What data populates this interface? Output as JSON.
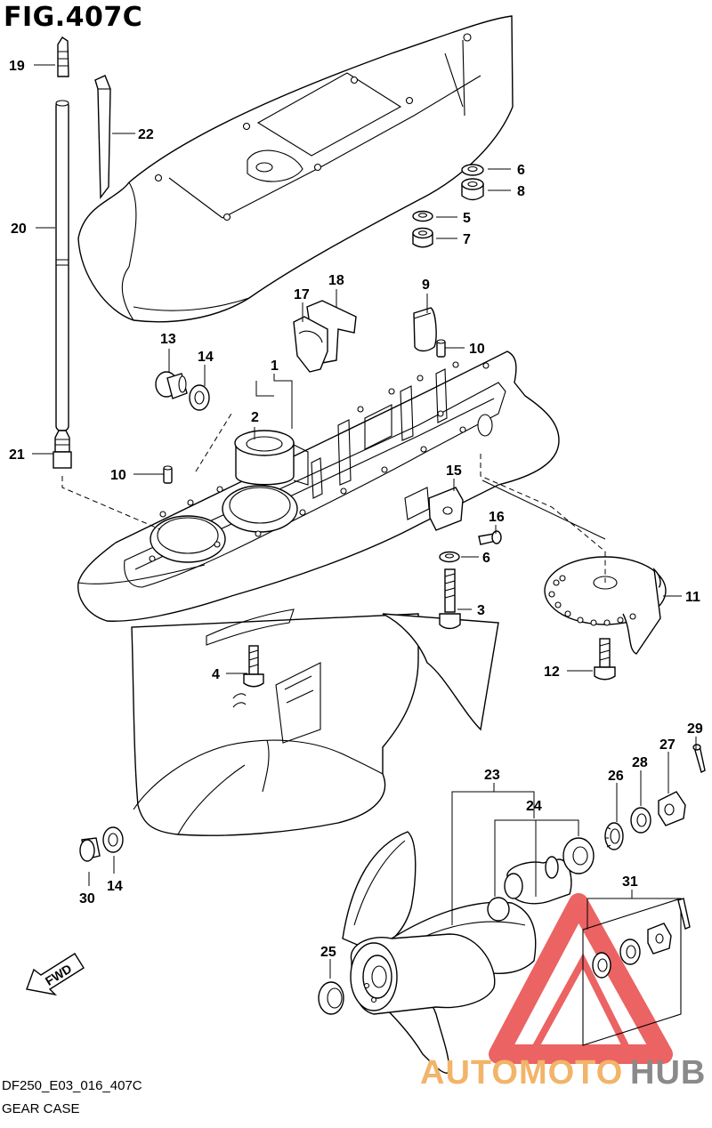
{
  "figure": {
    "title": "FIG.407C",
    "model_code": "DF250_E03_016_407C",
    "caption": "GEAR CASE",
    "direction_label": "FWD"
  },
  "watermark": {
    "prefix": "AUTOMOTO",
    "suffix": "HUB",
    "colors": {
      "prefix": "#f2b46a",
      "suffix": "#8a8a8a",
      "triangle": "#e53030"
    }
  },
  "callouts": [
    "19",
    "22",
    "20",
    "6",
    "8",
    "5",
    "7",
    "17",
    "18",
    "9",
    "10",
    "13",
    "14",
    "1",
    "2",
    "21",
    "10",
    "15",
    "16",
    "6",
    "3",
    "11",
    "12",
    "4",
    "29",
    "27",
    "28",
    "26",
    "23",
    "24",
    "31",
    "30",
    "14",
    "25"
  ]
}
